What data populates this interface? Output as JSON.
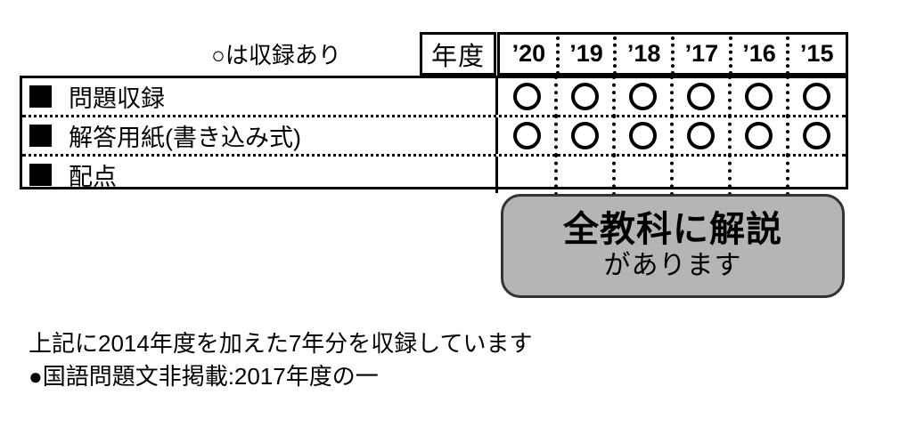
{
  "legend": {
    "text": "○は収録あり"
  },
  "table": {
    "year_header_label": "年度",
    "years": [
      "’20",
      "’19",
      "’18",
      "’17",
      "’16",
      "’15"
    ],
    "rows": [
      {
        "label": "問題収録",
        "marks": [
          "○",
          "○",
          "○",
          "○",
          "○",
          "○"
        ]
      },
      {
        "label": "解答用紙(書き込み式)",
        "marks": [
          "○",
          "○",
          "○",
          "○",
          "○",
          "○"
        ]
      },
      {
        "label": "配点",
        "marks": [
          "",
          "",
          "",
          "",
          "",
          ""
        ]
      }
    ]
  },
  "callout": {
    "line1": "全教科に解説",
    "line2": "があります",
    "background_color": "#b5b5b5",
    "border_color": "#333333"
  },
  "footnotes": [
    "上記に2014年度を加えた7年分を収録しています",
    "●国語問題文非掲載:2017年度の一"
  ]
}
